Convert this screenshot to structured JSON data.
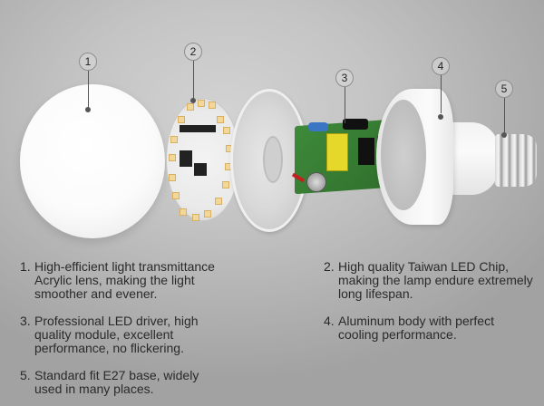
{
  "image": {
    "description": "Exploded view of an LED light bulb with numbered callouts and feature descriptions",
    "background_color": "#c2c2c2",
    "text_color": "#2a2a2a"
  },
  "callouts": [
    {
      "number": "1",
      "part": "acrylic-lens-dome"
    },
    {
      "number": "2",
      "part": "led-chip-board"
    },
    {
      "number": "3",
      "part": "led-driver-board"
    },
    {
      "number": "4",
      "part": "aluminum-body"
    },
    {
      "number": "5",
      "part": "e27-base"
    }
  ],
  "features": [
    {
      "num": "1.",
      "text": "High-efficient light transmittance Acrylic lens, making the light smoother and evener."
    },
    {
      "num": "2.",
      "text": "High quality Taiwan LED Chip, making the lamp endure extremely long lifespan."
    },
    {
      "num": "3.",
      "text": "Professional LED driver, high quality module, excellent performance, no flickering."
    },
    {
      "num": "4.",
      "text": "Aluminum body with perfect cooling performance."
    },
    {
      "num": "5.",
      "text": "Standard fit E27 base, widely used in many places."
    }
  ]
}
